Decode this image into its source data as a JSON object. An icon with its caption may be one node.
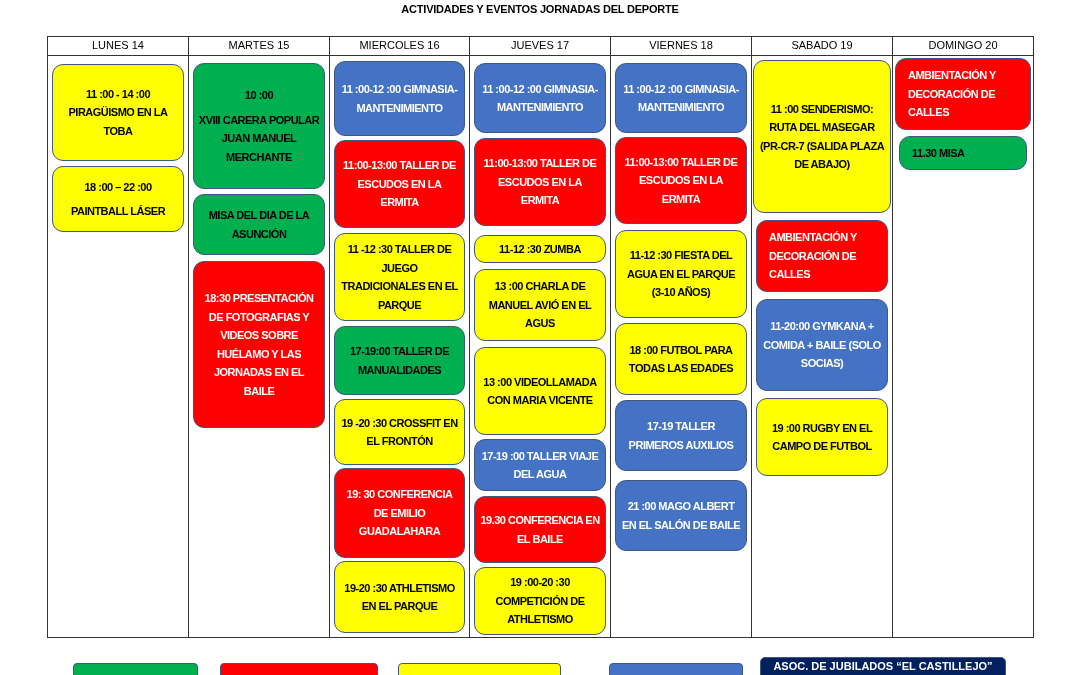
{
  "diagram": {
    "title": "ACTIVIDADES Y EVENTOS JORNADAS DEL DEPORTE",
    "nodes": [
      {
        "text": [
          "LUNES 14"
        ]
      },
      {
        "text": [
          "11 :00 - 14 :00 PIRAGÜISMO EN LA TOBA"
        ],
        "in": 0
      },
      {
        "text": [
          "18 :00 – 22 :00",
          "PAINTBALL LÁSER"
        ],
        "in": 0
      },
      {
        "text": [
          "MARTES 15"
        ]
      },
      {
        "text": [
          "10 :00",
          "XVIII CARERA POPULAR JUAN MANUEL MERCHANTE"
        ],
        "in": 3
      },
      {
        "text": [
          "MISA DEL DIA DE LA ASUNCIÓN"
        ],
        "in": 3
      },
      {
        "text": [
          "18:30 PRESENTACIÓN DE FOTOGRAFIAS Y VIDEOS SOBRE HUÉLAMO Y LAS JORNADAS EN EL BAILE"
        ],
        "in": 3
      },
      {
        "text": [
          "MIERCOLES 16"
        ]
      },
      {
        "text": [
          "11 :00-12 :00 GIMNASIA-MANTENIMIENTO"
        ],
        "in": 7
      },
      {
        "text": [
          "11:00-13:00 TALLER DE ESCUDOS EN LA ERMITA"
        ],
        "in": 7
      },
      {
        "text": [
          "11 -12 :30 TALLER DE JUEGO TRADICIONALES EN EL PARQUE"
        ],
        "in": 7
      },
      {
        "text": [
          "17-19:00 TALLER DE MANUALIDADES"
        ],
        "in": 7
      },
      {
        "text": [
          "19 -20 :30 CROSSFIT EN EL FRONTÓN"
        ],
        "in": 7
      },
      {
        "text": [
          "19: 30 CONFERENCIA DE EMILIO GUADALAHARA"
        ],
        "in": 7
      },
      {
        "text": [
          "19-20 :30 ATHLETISMO EN EL PARQUE"
        ],
        "in": 7
      },
      {
        "text": [
          "JUEVES 17"
        ]
      },
      {
        "text": [
          "11 :00-12 :00 GIMNASIA-MANTENIMIENTO"
        ],
        "in": 15
      },
      {
        "text": [
          "11:00-13:00 TALLER DE ESCUDOS EN LA ERMITA"
        ],
        "in": 15
      },
      {
        "text": [
          "11-12 :30 ZUMBA"
        ],
        "in": 15
      },
      {
        "text": [
          "13 :00 CHARLA DE MANUEL AVIÓ EN EL AGUS"
        ],
        "in": 15
      },
      {
        "text": [
          "13 :00 VIDEOLLAMADA CON MARIA VICENTE"
        ],
        "in": 15
      },
      {
        "text": [
          "17-19 :00 TALLER VIAJE DEL AGUA"
        ],
        "in": 15
      },
      {
        "text": [
          "19.30 CONFERENCIA EN EL BAILE"
        ],
        "in": 15
      },
      {
        "text": [
          "19 :00-20 :30 COMPETICIÓN DE ATHLETISMO"
        ],
        "in": 15
      },
      {
        "text": [
          "VIERNES 18"
        ]
      },
      {
        "text": [
          "11 :00-12 :00 GIMNASIA-MANTENIMIENTO"
        ],
        "in": 24
      },
      {
        "text": [
          "11:00-13:00 TALLER DE ESCUDOS EN LA ERMITA"
        ],
        "in": 24
      },
      {
        "text": [
          "11-12 :30 FIESTA DEL AGUA EN EL PARQUE (3-10 AÑOS)"
        ],
        "in": 24
      },
      {
        "text": [
          "18 :00 FUTBOL PARA TODAS LAS EDADES"
        ],
        "in": 24
      },
      {
        "text": [
          "17-19 TALLER PRIMEROS AUXILIOS"
        ],
        "in": 24
      },
      {
        "text": [
          "21 :00 MAGO ALBERT EN EL SALÓN DE BAILE"
        ],
        "in": 24
      },
      {
        "text": [
          "SABADO 19"
        ]
      },
      {
        "text": [
          "11 :00 SENDERISMO: RUTA DEL MASEGAR (PR-CR-7 (SALIDA PLAZA DE ABAJO)"
        ],
        "in": 31
      },
      {
        "text": [
          "AMBIENTACIÓN Y DECORACIÓN DE CALLES"
        ],
        "in": 31
      },
      {
        "text": [
          "11-20:00 GYMKANA + COMIDA + BAILE (SOLO SOCIAS)"
        ],
        "in": 31
      },
      {
        "text": [
          "19 :00 RUGBY EN EL CAMPO DE FUTBOL"
        ],
        "in": 31
      },
      {
        "text": [
          "DOMINGO 20"
        ]
      },
      {
        "text": [
          "AMBIENTACIÓN Y DECORACIÓN DE CALLES"
        ],
        "in": 36
      },
      {
        "text": [
          "11.30 MISA"
        ],
        "in": 36
      }
    ],
    "legend": [
      {
        "text": "ASOC. DE JUBILADOS “EL CASTILLEJO”",
        "color": "#002060"
      }
    ]
  }
}
